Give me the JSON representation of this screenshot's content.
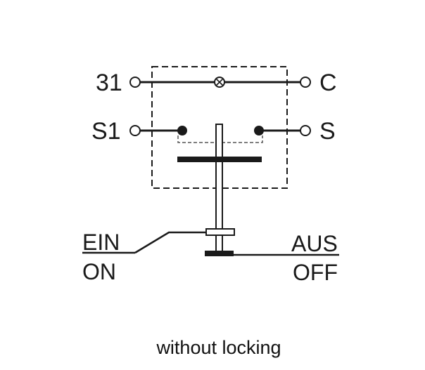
{
  "terminals": {
    "top_left": "31",
    "top_right": "C",
    "mid_left": "S1",
    "mid_right": "S"
  },
  "states": {
    "ein": "EIN",
    "on": "ON",
    "aus": "AUS",
    "off": "OFF"
  },
  "caption": "without locking"
}
